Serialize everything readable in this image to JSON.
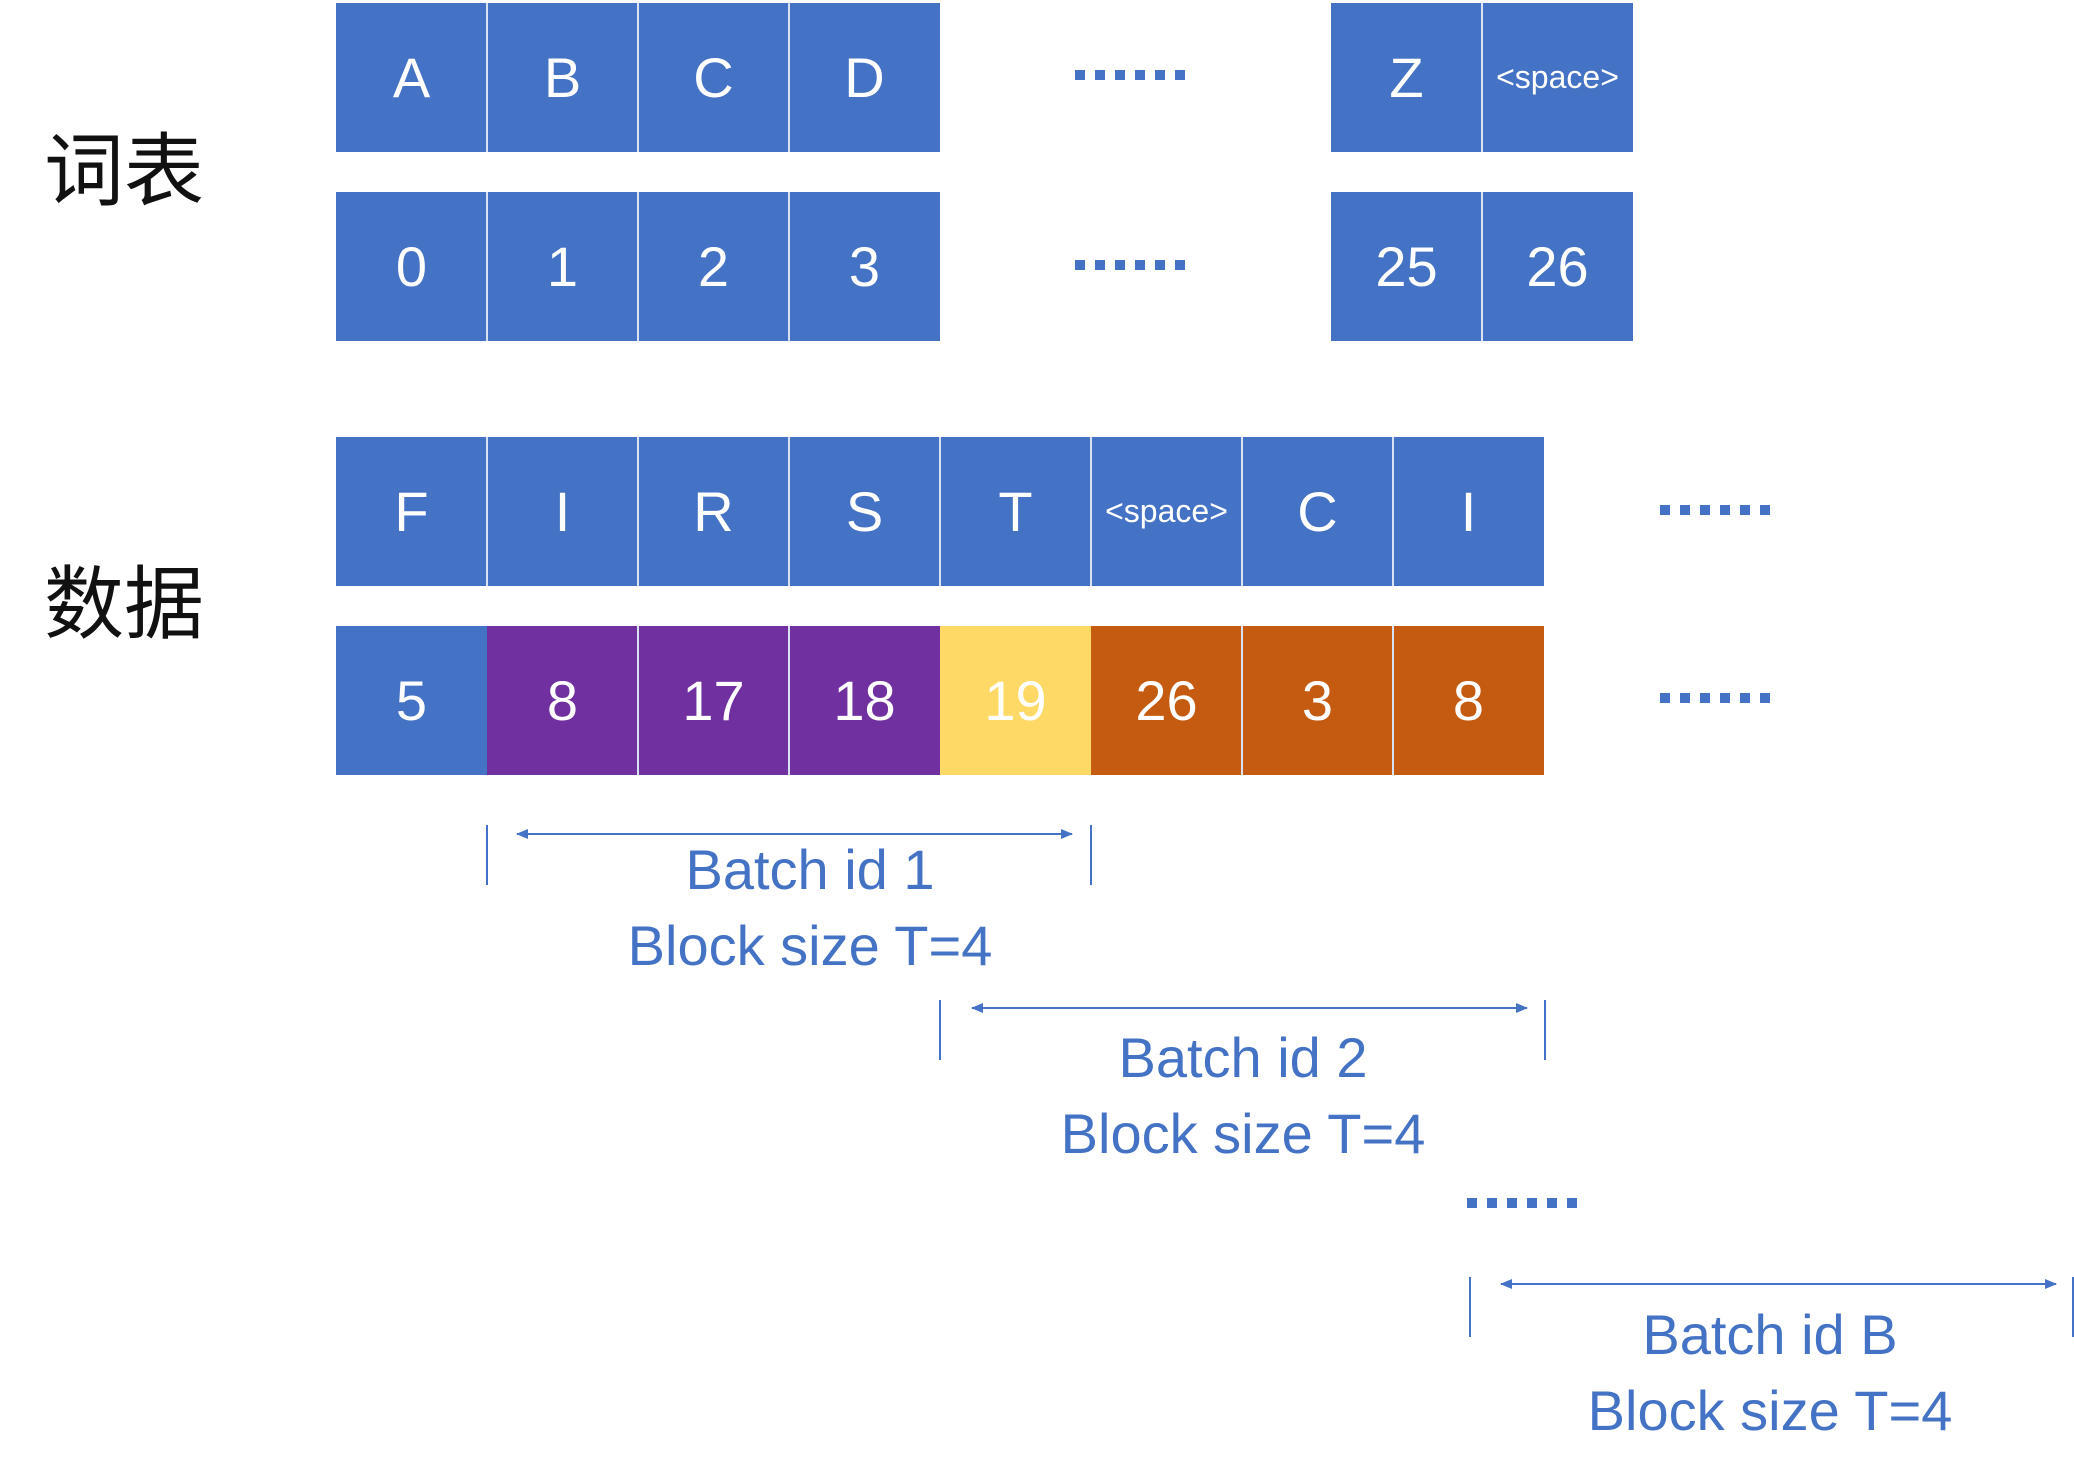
{
  "vocab": {
    "label": "词表",
    "chars": [
      "A",
      "B",
      "C",
      "D",
      "Z",
      "<space>"
    ],
    "ids": [
      "0",
      "1",
      "2",
      "3",
      "25",
      "26"
    ]
  },
  "data": {
    "label": "数据",
    "chars": [
      "F",
      "I",
      "R",
      "S",
      "T",
      "<space>",
      "C",
      "I"
    ],
    "ids": [
      "5",
      "8",
      "17",
      "18",
      "19",
      "26",
      "3",
      "8"
    ],
    "id_colors": [
      "#4472c4",
      "#7030a0",
      "#7030a0",
      "#7030a0",
      "#ffd966",
      "#c55a11",
      "#c55a11",
      "#c55a11"
    ]
  },
  "batches": [
    {
      "id_label": "Batch id 1",
      "block_label": "Block size T=4"
    },
    {
      "id_label": "Batch id 2",
      "block_label": "Block size T=4"
    },
    {
      "id_label": "Batch id B",
      "block_label": "Block size T=4"
    }
  ],
  "colors": {
    "accent": "#4472c4",
    "purple": "#7030a0",
    "yellow": "#ffd966",
    "orange": "#c55a11"
  }
}
